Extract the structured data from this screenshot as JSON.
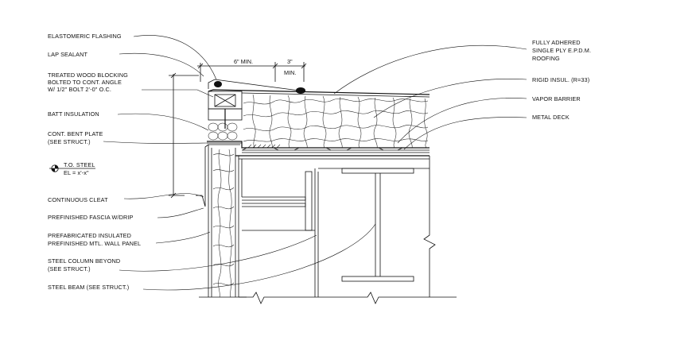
{
  "labels_left": [
    {
      "id": "elastomeric-flashing",
      "lines": [
        "ELASTOMERIC FLASHING"
      ]
    },
    {
      "id": "lap-sealant",
      "lines": [
        "LAP SEALANT"
      ]
    },
    {
      "id": "treated-wood-blocking",
      "lines": [
        "TREATED WOOD BLOCKING",
        "BOLTED TO CONT. ANGLE",
        "W/ 1/2\"    BOLT 2'-0\" O.C."
      ]
    },
    {
      "id": "batt-insulation",
      "lines": [
        "BATT INSULATION"
      ]
    },
    {
      "id": "cont-bent-plate",
      "lines": [
        "CONT. BENT PLATE",
        "(SEE STRUCT.)"
      ]
    },
    {
      "id": "continuous-cleat",
      "lines": [
        "CONTINUOUS CLEAT"
      ]
    },
    {
      "id": "prefinished-fascia",
      "lines": [
        "PREFINISHED FASCIA W/DRIP"
      ]
    },
    {
      "id": "prefab-wall-panel",
      "lines": [
        "PREFABRICATED INSULATED",
        "PREFINISHED MTL. WALL PANEL"
      ]
    },
    {
      "id": "steel-column",
      "lines": [
        "STEEL COLUMN BEYOND",
        "(SEE STRUCT.)"
      ]
    },
    {
      "id": "steel-beam",
      "lines": [
        "STEEL BEAM (SEE STRUCT.)"
      ]
    }
  ],
  "labels_right": [
    {
      "id": "epdm-roofing",
      "lines": [
        "FULLY ADHERED",
        "SINGLE PLY E.P.D.M.",
        "ROOFING"
      ]
    },
    {
      "id": "rigid-insul",
      "lines": [
        "RIGID INSUL. (R=33)"
      ]
    },
    {
      "id": "vapor-barrier",
      "lines": [
        "VAPOR BARRIER"
      ]
    },
    {
      "id": "metal-deck",
      "lines": [
        "METAL DECK"
      ]
    }
  ],
  "steel_marker": {
    "title": "T.O. STEEL",
    "elevation": "EL = x'-x\""
  },
  "dimensions": {
    "min_6": "6\" MIN.",
    "three": "3\"",
    "min": "MIN."
  }
}
